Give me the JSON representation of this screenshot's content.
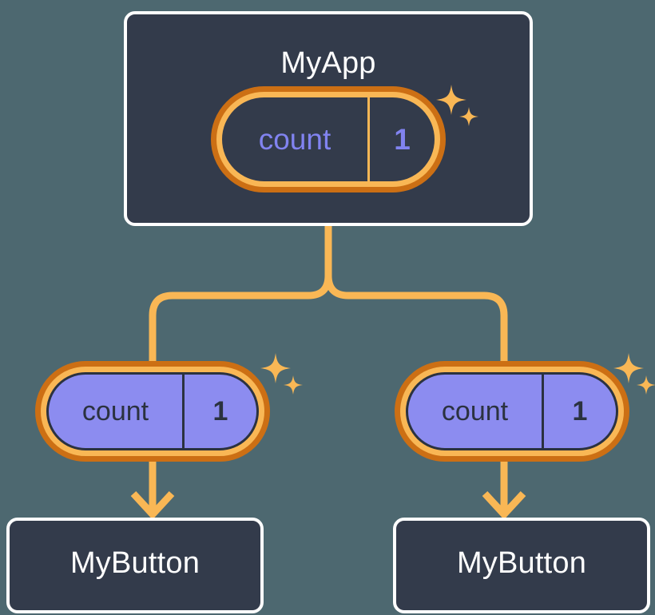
{
  "diagram": {
    "title": "React state propagation tree",
    "background_color": "#4d6870",
    "accent_color": "#f9b755",
    "accent_dark_color": "#cc6f14",
    "card_color": "#333b4b",
    "state_color": "#8c8cf0",
    "text_color": "#ffffff"
  },
  "root": {
    "name": "MyApp",
    "state": {
      "key": "count",
      "value": "1",
      "sparkle": "sparkle-icon"
    }
  },
  "children": [
    {
      "state": {
        "key": "count",
        "value": "1",
        "sparkle": "sparkle-icon"
      },
      "component": {
        "name": "MyButton"
      }
    },
    {
      "state": {
        "key": "count",
        "value": "1",
        "sparkle": "sparkle-icon"
      },
      "component": {
        "name": "MyButton"
      }
    }
  ],
  "connectors": {
    "trunk": "vertical-line-from-myapp",
    "fork": "tee-split-to-two-children",
    "arrows": [
      "arrow-down-to-mybutton-left",
      "arrow-down-to-mybutton-right"
    ]
  }
}
